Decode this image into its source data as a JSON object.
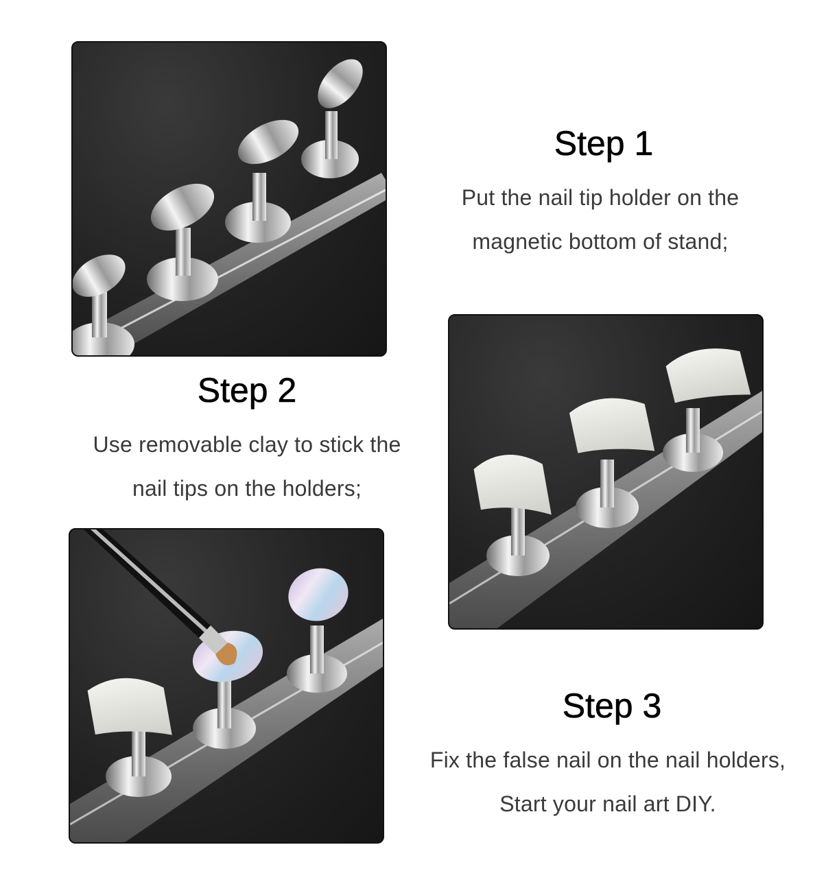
{
  "steps": [
    {
      "title": "Step 1",
      "lines": [
        "Put the nail tip holder on the",
        "magnetic bottom of stand;"
      ]
    },
    {
      "title": "Step 2",
      "lines": [
        "Use removable clay to stick the",
        "nail tips on the holders;"
      ]
    },
    {
      "title": "Step 3",
      "lines": [
        "Fix the false nail on the nail holders,",
        "Start your nail art DIY."
      ]
    }
  ],
  "colors": {
    "background": "#ffffff",
    "title_text": "#000000",
    "body_text": "#3a3a3a",
    "photo_frame": "#111111"
  }
}
